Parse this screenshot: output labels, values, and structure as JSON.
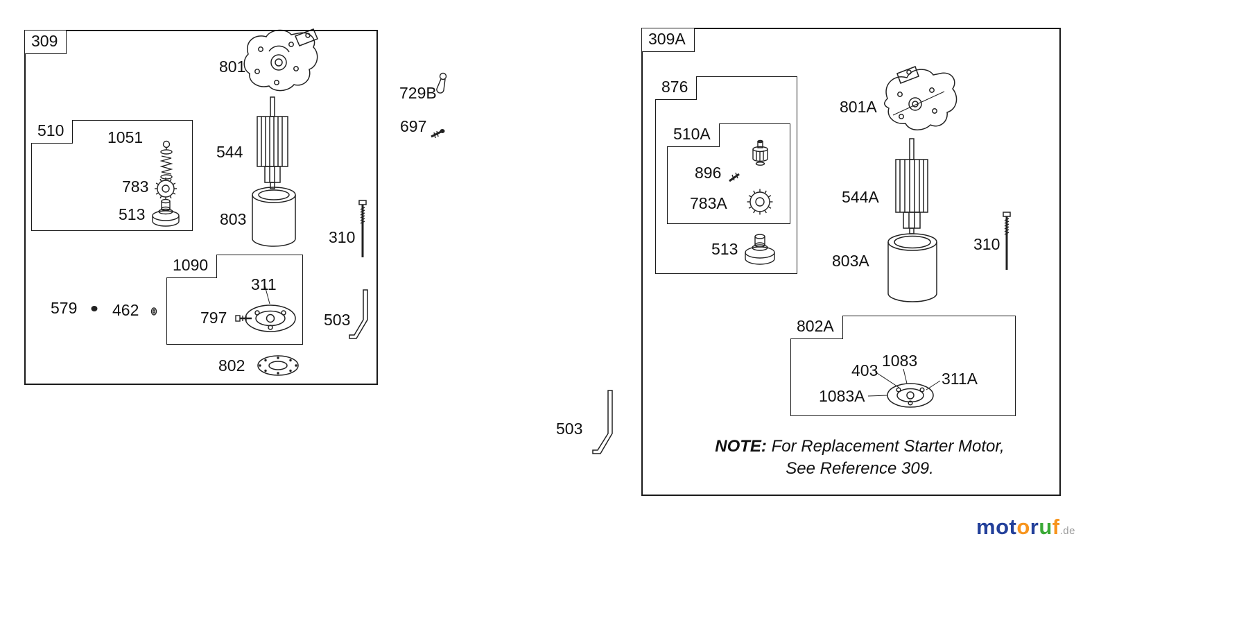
{
  "left_assembly": {
    "ref": "309",
    "bracket": "801",
    "armature": "544",
    "housing": "803",
    "bolt": "310",
    "bracket_strip": "503",
    "end_plate": "802",
    "ball": "579",
    "retainer": "462",
    "drive_group": {
      "ref": "510",
      "spring_kit": "1051",
      "gear": "783",
      "clutch": "513"
    },
    "cap_group": {
      "ref": "1090",
      "cap": "311",
      "screw": "797"
    }
  },
  "loose_parts": {
    "clip": "729B",
    "screw": "697",
    "bracket_strip": "503"
  },
  "right_assembly": {
    "ref": "309A",
    "bracket": "801A",
    "armature": "544A",
    "housing": "803A",
    "bolt": "310",
    "drive_group": {
      "ref": "876",
      "clutch": "513",
      "inner_group": {
        "ref": "510A",
        "screw": "896",
        "gear": "783A"
      }
    },
    "cap_group": {
      "ref": "802A",
      "screw": "403",
      "washer": "1083",
      "cap": "311A",
      "washer_a": "1083A"
    },
    "note": {
      "label": "NOTE:",
      "line1": "For Replacement Starter Motor,",
      "line2": "See Reference 309."
    }
  },
  "logo": {
    "letters": [
      {
        "ch": "m",
        "color": "#23409a"
      },
      {
        "ch": "o",
        "color": "#23409a"
      },
      {
        "ch": "t",
        "color": "#23409a"
      },
      {
        "ch": "o",
        "color": "#f7941d"
      },
      {
        "ch": "r",
        "color": "#23409a"
      },
      {
        "ch": "u",
        "color": "#3aa935"
      },
      {
        "ch": "f",
        "color": "#f7941d"
      }
    ],
    "suffix": ".de"
  },
  "colors": {
    "line": "#222222",
    "text": "#111111"
  }
}
